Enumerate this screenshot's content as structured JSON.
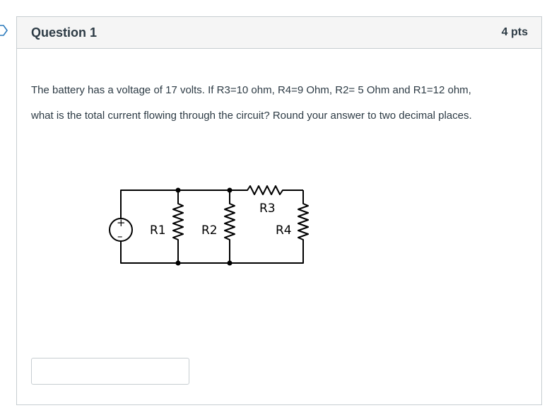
{
  "question": {
    "title": "Question 1",
    "points": "4 pts",
    "text_line1": "The battery has a voltage of 17 volts. If R3=10 ohm, R4=9 Ohm, R2= 5 Ohm and R1=12 ohm,",
    "text_line2": "what is the total current flowing through the circuit?  Round your answer to two decimal places."
  },
  "circuit": {
    "source_plus": "+",
    "source_minus": "–",
    "r1_label": "R1",
    "r2_label": "R2",
    "r3_label": "R3",
    "r4_label": "R4"
  },
  "answer": {
    "value": "",
    "placeholder": ""
  }
}
